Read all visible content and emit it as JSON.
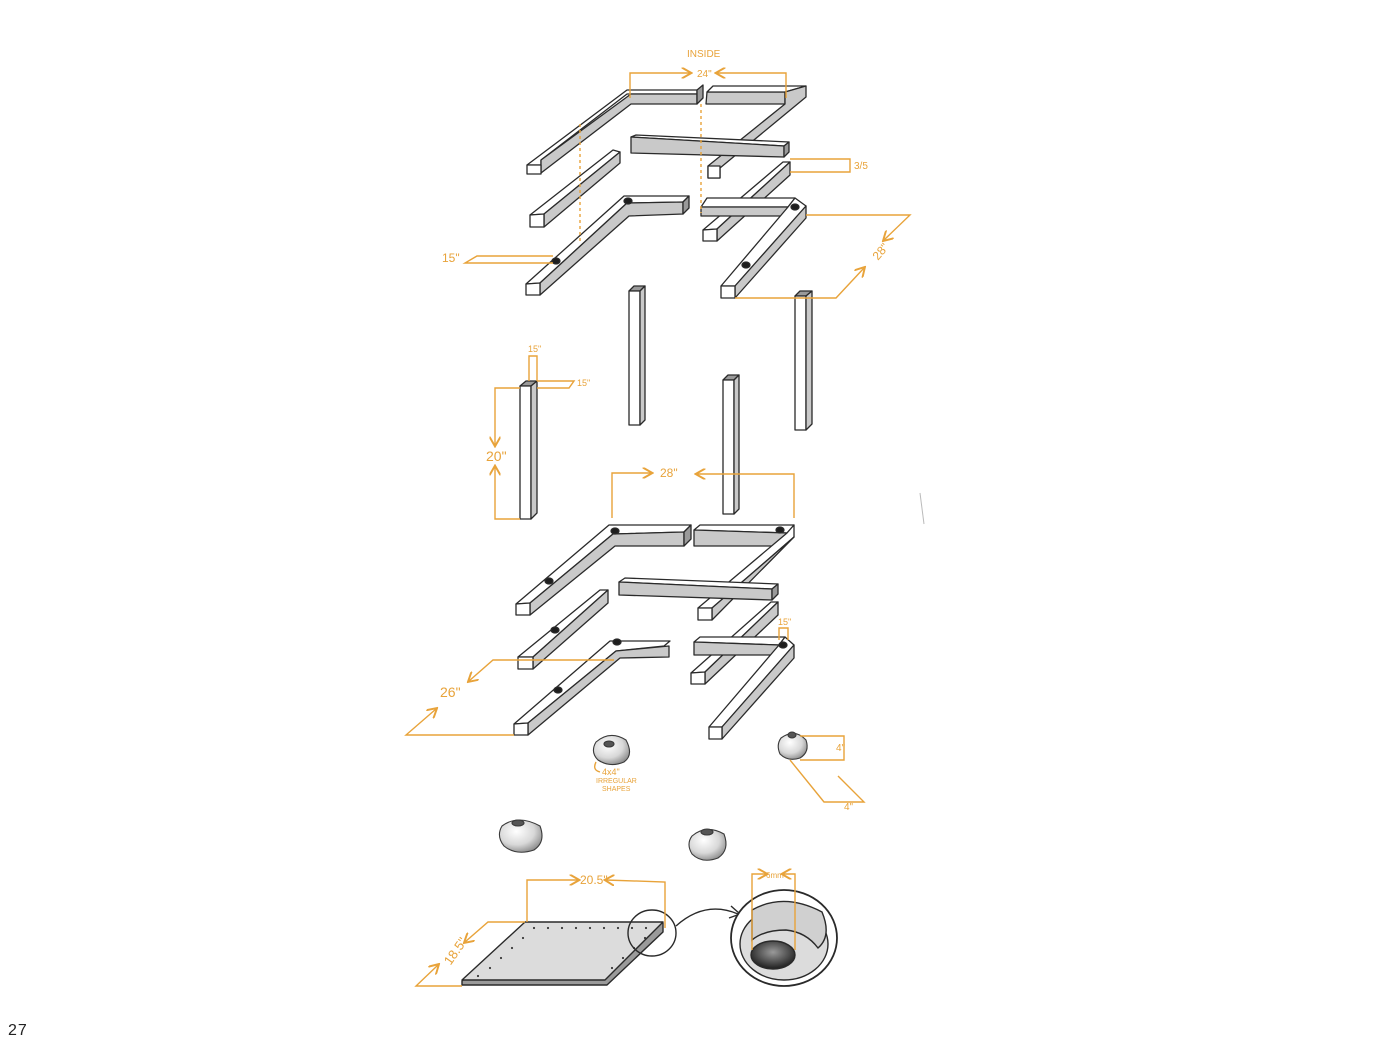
{
  "page": {
    "number": "27"
  },
  "colors": {
    "dimension": "#e8a33a",
    "outline": "#2a2a2a",
    "top_face": "#ffffff",
    "side_face": "#c9c9c9",
    "panel": "#dcdcdc"
  },
  "dimensions": {
    "inside": "INSIDE",
    "top_width": "24\"",
    "thickness_top": "3/5",
    "top_left_15": "15\"",
    "top_right_28": "28\"",
    "post_15a": "15\"",
    "post_15b": "15\"",
    "post_height": "20\"",
    "base_width": "28\"",
    "base_depth": "26\"",
    "base_small_15": "15\"",
    "foot_note_line1": "4x4\"",
    "foot_note_line2": "IRREGULAR",
    "foot_note_line3": "SHAPES",
    "foot_height": "4\"",
    "foot_width": "4\"",
    "panel_width": "20.5\"",
    "panel_depth": "18.5\"",
    "detail_label": "6mm"
  }
}
